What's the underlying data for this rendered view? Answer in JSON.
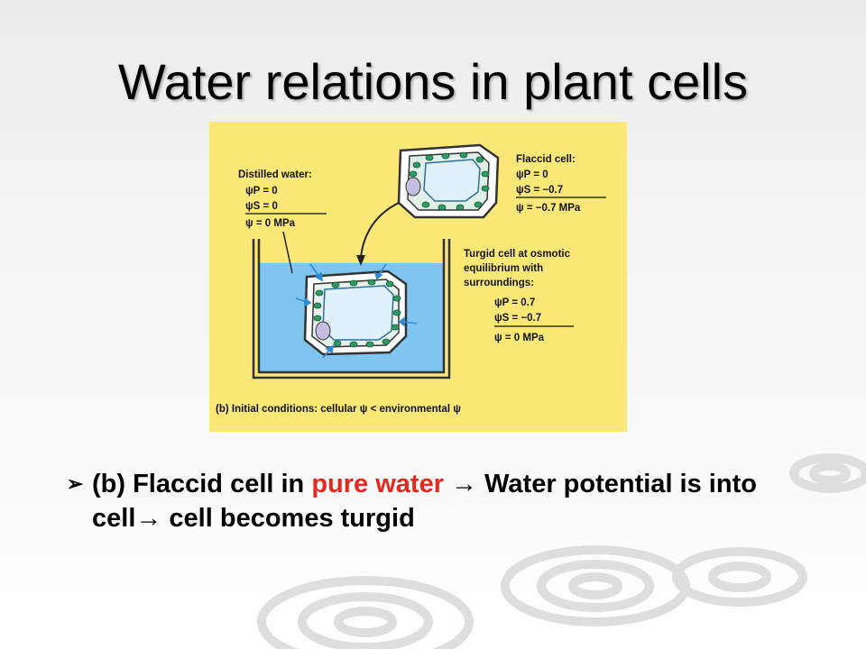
{
  "title": "Water relations in plant cells",
  "figure": {
    "distilled": {
      "heading": "Distilled water:",
      "psi_p": "ψP = 0",
      "psi_s": "ψS = 0",
      "psi": "ψ = 0 MPa"
    },
    "flaccid": {
      "heading": "Flaccid cell:",
      "psi_p": "ψP = 0",
      "psi_s": "ψS = −0.7",
      "psi": "ψ = −0.7 MPa"
    },
    "turgid": {
      "line1": "Turgid cell at osmotic",
      "line2": "equilibrium with",
      "line3": "surroundings:",
      "psi_p": "ψP = 0.7",
      "psi_s": "ψS = −0.7",
      "psi": "ψ = 0 MPa"
    },
    "caption": "(b) Initial conditions: cellular ψ < environmental ψ"
  },
  "bullet": {
    "marker": "➢",
    "part1": "(b) Flaccid cell in ",
    "highlight": "pure water",
    "part2": " → Water potential is into cell→ cell becomes turgid"
  },
  "colors": {
    "figure_bg": "#fbe877",
    "water": "#7fc5f0",
    "vacuole": "#dff2fb",
    "chloroplast": "#2f9a63",
    "nucleus": "#c6bde0",
    "highlight": "#e8281e"
  }
}
